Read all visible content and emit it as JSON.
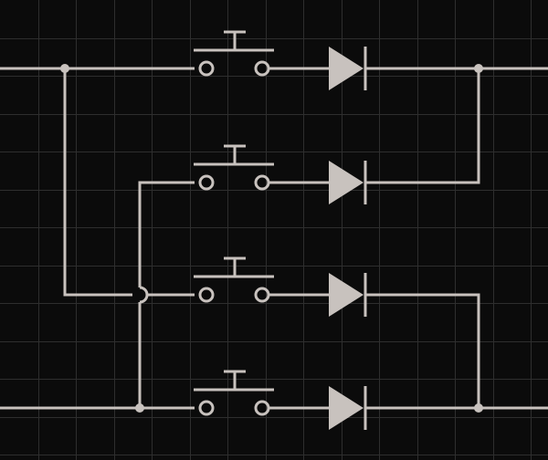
{
  "diagram": {
    "type": "schematic",
    "background_color": "#0b0b0b",
    "grid_color": "#2e2e2e",
    "wire_color": "#c8c2be",
    "component_fill": "#c8c2be",
    "branches": [
      {
        "id": "branch-1",
        "switch": "pushbutton-switch",
        "diode": "diode"
      },
      {
        "id": "branch-2",
        "switch": "pushbutton-switch",
        "diode": "diode"
      },
      {
        "id": "branch-3",
        "switch": "pushbutton-switch",
        "diode": "diode"
      },
      {
        "id": "branch-4",
        "switch": "pushbutton-switch",
        "diode": "diode"
      }
    ],
    "junctions": [
      "junction-top-left",
      "junction-top-right",
      "junction-bottom-left",
      "junction-bottom-right"
    ],
    "crossover": "wire-hop-crossover"
  }
}
